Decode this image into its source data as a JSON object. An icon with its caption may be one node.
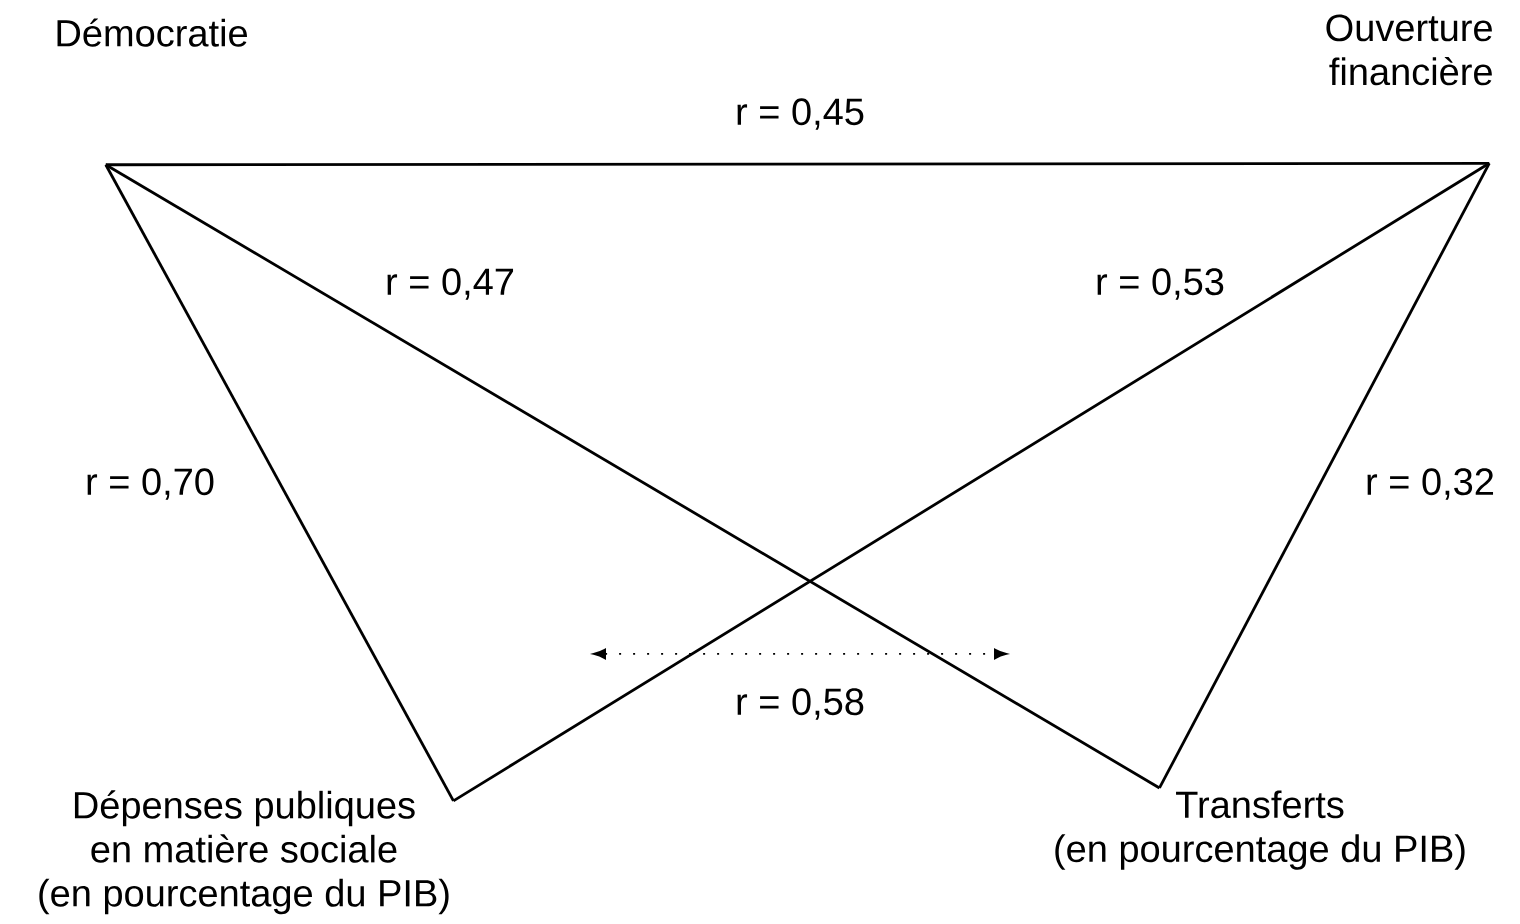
{
  "diagram": {
    "nodes": [
      {
        "text": [
          "Démocratie"
        ]
      },
      {
        "text": [
          "Ouverture financière"
        ]
      },
      {
        "text": [
          "Dépenses publiques en matière sociale",
          "(en pourcentage du PIB)"
        ]
      },
      {
        "text": [
          "Transferts",
          "(en pourcentage du PIB)"
        ]
      }
    ],
    "edges": [
      {
        "from": 0,
        "to": 1,
        "arrow": "none",
        "label": "r = 0,45"
      },
      {
        "from": 0,
        "to": 3,
        "arrow": "none",
        "label": "r = 0,47"
      },
      {
        "from": 1,
        "to": 2,
        "arrow": "none",
        "label": "r = 0,53"
      },
      {
        "from": 0,
        "to": 2,
        "arrow": "none",
        "label": "r = 0,70"
      },
      {
        "from": 1,
        "to": 3,
        "arrow": "none",
        "label": "r = 0,32"
      }
    ],
    "labels": [
      "r = 0,58"
    ]
  }
}
